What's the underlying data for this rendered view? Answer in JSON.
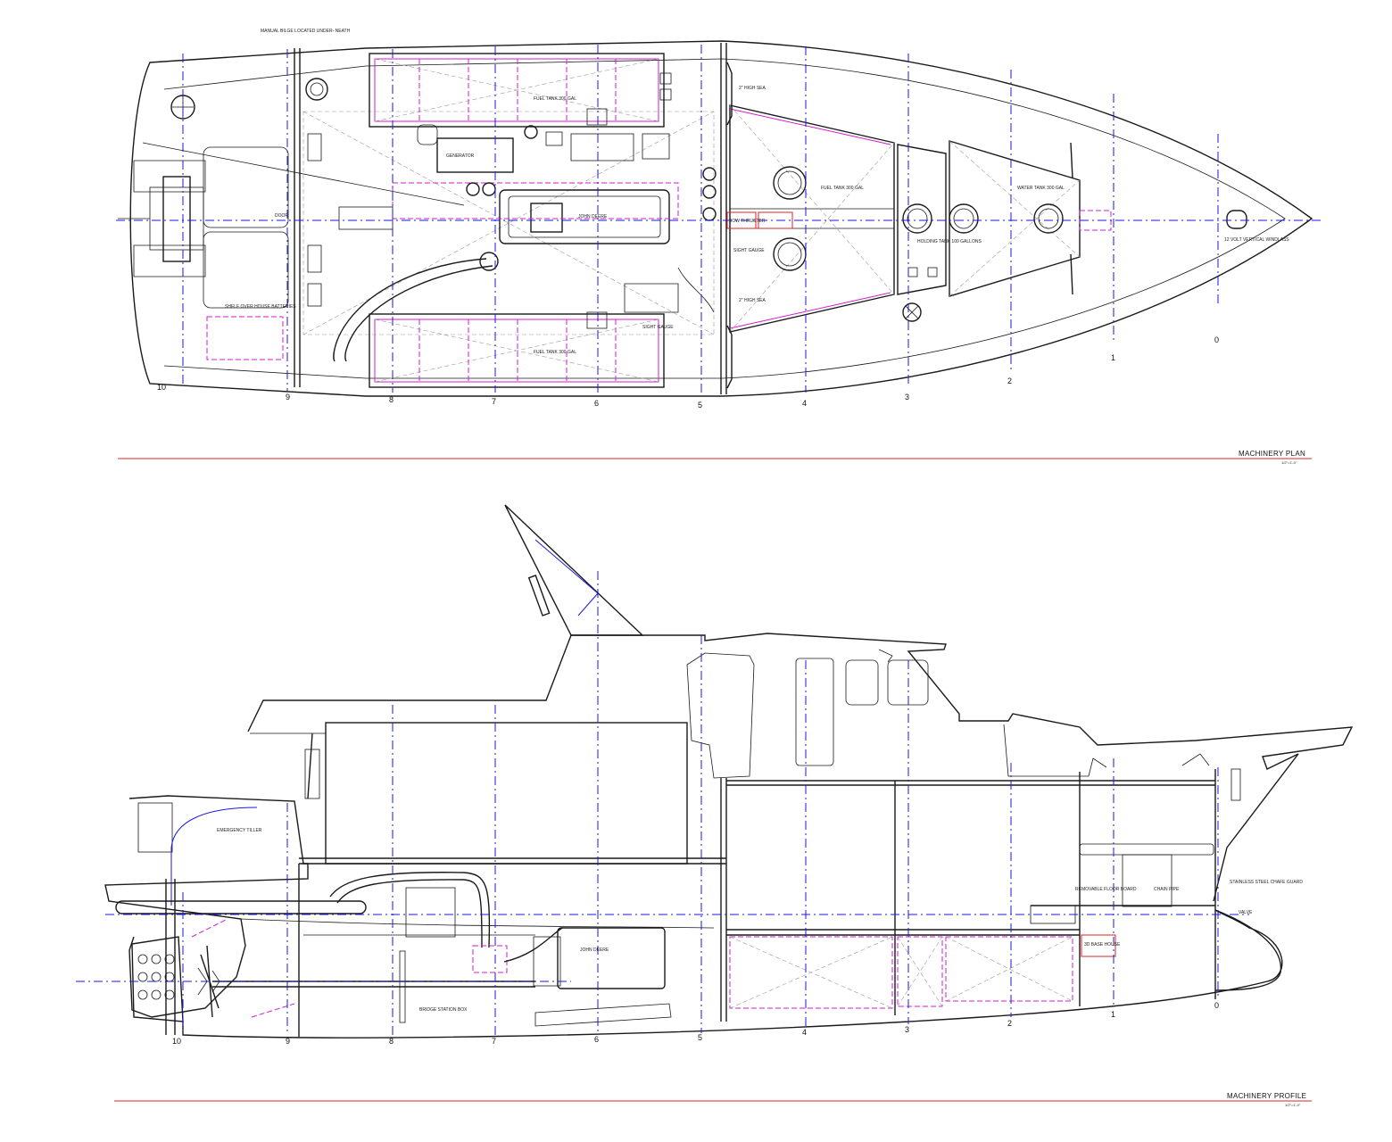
{
  "plan": {
    "title": "MACHINERY PLAN",
    "scale": "1/2\"=1'-0\"",
    "frames": [
      "10",
      "9",
      "8",
      "7",
      "6",
      "5",
      "4",
      "3",
      "2",
      "1",
      "0"
    ],
    "labels": {
      "seacock": "MANUAL BILGE LOCATED UNDER- NEATH",
      "fuel_tank_stbd": "FUEL TANK 300 GAL",
      "fuel_tank_port": "FUEL TANK 300 GAL",
      "fuel_tank_fwd": "FUEL TANK 300 GAL",
      "water_tank": "WATER TANK 300 GAL",
      "holding_tank": "HOLDING TANK 100 GALLONS",
      "generator": "GENERATOR",
      "engine": "JOHN DEERE",
      "shelf": "SHELF OVER HOUSE BATTERIES",
      "windlass": "12 VOLT VERTICAL WINDLASS",
      "sight_gauge_fwd": "SIGHT GAUGE",
      "sight_gauge_aft": "SIGHT GAUGE",
      "drain_top": "2\" HIGH SEA",
      "drain_bottom": "2\" HIGH SEA",
      "bow_thruster": "BOW THRUSTER",
      "aft_equipment": "DOOR"
    }
  },
  "profile": {
    "title": "MACHINERY PROFILE",
    "scale": "1/2\"=1'-0\"",
    "frames": [
      "10",
      "9",
      "8",
      "7",
      "6",
      "5",
      "4",
      "3",
      "2",
      "1",
      "0"
    ],
    "labels": {
      "emergency_tiller": "EMERGENCY TILLER",
      "engine": "JOHN DEERE",
      "bridge_station": "BRIDGE STATION BOX",
      "removable_floor": "REMOVABLE FLOOR BOARD",
      "chain_pipe": "CHAIN PIPE",
      "stainless_guard": "STAINLESS STEEL CHAFE GUARD",
      "valve": "VALVE",
      "pump_room": "3D BASE HOUSE"
    }
  },
  "colors": {
    "outline": "#1a1a1a",
    "centerline": "#1a1ae0",
    "tankage": "#d21ed2",
    "title_rule": "#e05050"
  }
}
